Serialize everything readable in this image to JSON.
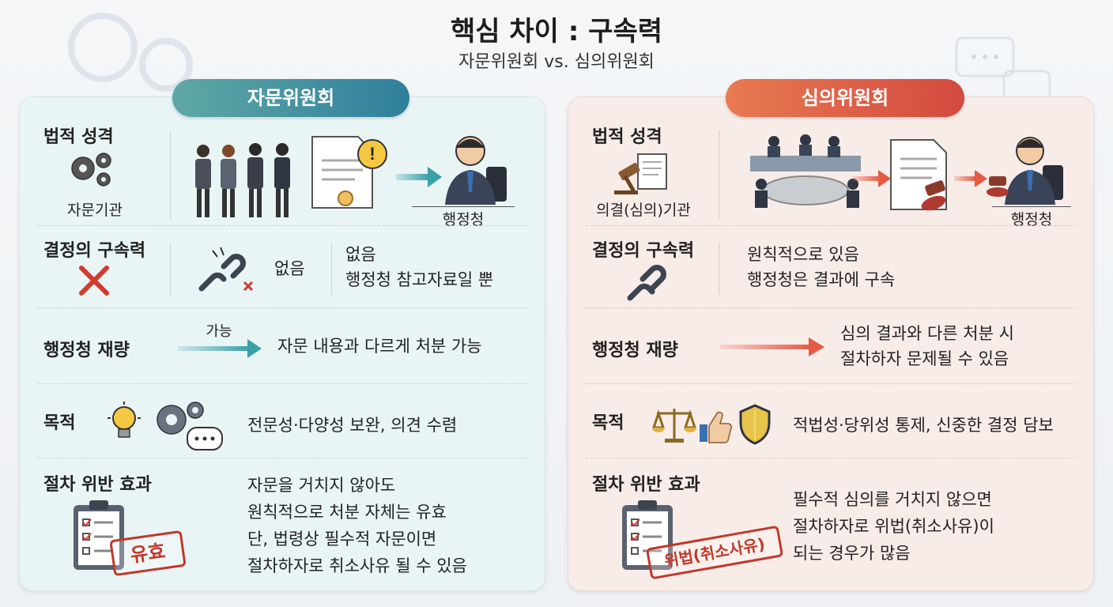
{
  "header": {
    "title": "핵심 차이 : 구속력",
    "subtitle": "자문위원회 vs. 심의위원회"
  },
  "left": {
    "title": "자문위원회",
    "rows": {
      "legal_nature": {
        "label": "법적 성격",
        "icon_caption": "자문기관",
        "target": "행정청"
      },
      "binding": {
        "label": "결정의 구속력",
        "value": "없음",
        "detail_1": "없음",
        "detail_2": "행정청 참고자료일 뿐"
      },
      "discretion": {
        "label": "행정청 재량",
        "arrow_label": "가능",
        "text": "자문 내용과 다르게 처분 가능"
      },
      "purpose": {
        "label": "목적",
        "text": "전문성·다양성 보완, 의견 수렴"
      },
      "violation": {
        "label": "절차 위반 효과",
        "stamp": "유효",
        "lines": [
          "자문을 거치지 않아도",
          "원칙적으로 처분 자체는 유효",
          "단, 법령상 필수적 자문이면",
          "절차하자로 취소사유 될 수 있음"
        ]
      }
    }
  },
  "right": {
    "title": "심의위원회",
    "rows": {
      "legal_nature": {
        "label": "법적 성격",
        "icon_caption": "의결(심의)기관",
        "target": "행정청"
      },
      "binding": {
        "label": "결정의 구속력",
        "detail_1": "원칙적으로 있음",
        "detail_2": "행정청은 결과에 구속"
      },
      "discretion": {
        "label": "행정청 재량",
        "lines": [
          "심의 결과와 다른 처분 시",
          "절차하자 문제될 수 있음"
        ]
      },
      "purpose": {
        "label": "목적",
        "text": "적법성·당위성 통제, 신중한 결정 담보"
      },
      "violation": {
        "label": "절차 위반 효과",
        "stamp": "위법(취소사유)",
        "lines": [
          "필수적 심의를 거치지 않으면",
          "절차하자로 위법(취소사유)이",
          "되는 경우가 많음"
        ]
      }
    }
  },
  "colors": {
    "teal": "#2f7f9c",
    "red": "#d34a3f",
    "arrow_teal": "#3aa0a8",
    "arrow_red": "#e45a45"
  }
}
